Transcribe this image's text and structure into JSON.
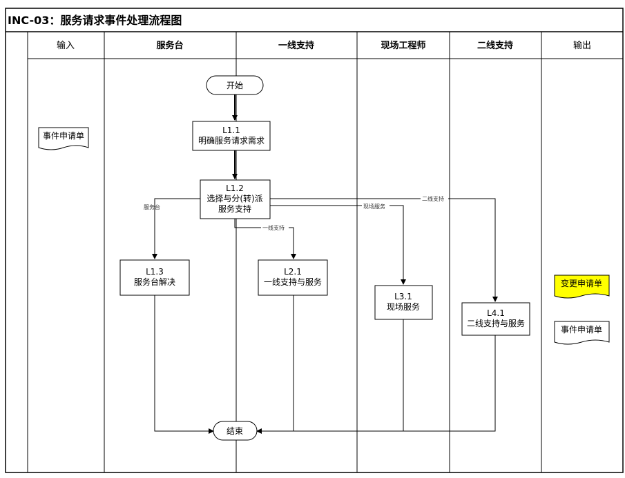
{
  "title": "INC-03：服务请求事件处理流程图",
  "lanes": [
    "输入",
    "服务台",
    "一线支持",
    "现场工程师",
    "二线支持",
    "输出"
  ],
  "nodes": {
    "start": "开始",
    "l11_id": "L1.1",
    "l11_text": "明确服务请求需求",
    "l12_id": "L1.2",
    "l12_text1": "选择与分(转)派",
    "l12_text2": "服务支持",
    "l13_id": "L1.3",
    "l13_text": "服务台解决",
    "l21_id": "L2.1",
    "l21_text": "一线支持与服务",
    "l31_id": "L3.1",
    "l31_text": "现场服务",
    "l41_id": "L4.1",
    "l41_text": "二线支持与服务",
    "end": "结束"
  },
  "edge_labels": {
    "to_servicedesk": "服务台",
    "to_line1": "一线支持",
    "to_field": "现场服务",
    "to_line2": "二线支持"
  },
  "input_docs": [
    "事件申请单"
  ],
  "output_docs": [
    "变更申请单",
    "事件申请单"
  ],
  "colors": {
    "highlight": "#ffff00",
    "line": "#000000",
    "edge_label": "#333333"
  }
}
